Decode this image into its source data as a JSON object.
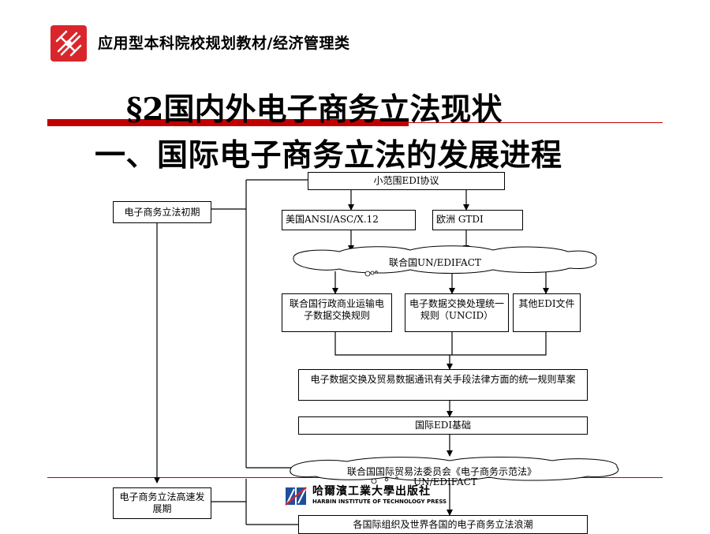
{
  "header": {
    "series_title": "应用型本科院校规划教材/经济管理类"
  },
  "slide": {
    "title_line1": "§2国内外电子商务立法现状",
    "title_line2": "一、国际电子商务立法的发展进程"
  },
  "diagram": {
    "phase_early": "电子商务立法初期",
    "phase_rapid": "电子商务立法高速发展期",
    "edi_small": "小范围EDI协议",
    "us_standard": "美国ANSI/ASC/X.12",
    "europe_standard": "欧洲 GTDI",
    "un_edifact": "联合国UN/EDIFACT",
    "un_admin_rules": "联合国行政商业运输电子数据交换规则",
    "uncid": "电子数据交换处理统一规则（UNCID）",
    "other_edi": "其他EDI文件",
    "draft_rules": "电子数据交换及贸易数据通讯有关手段法律方面的统一规则草案",
    "edi_basis": "国际EDI基础",
    "uncitral_model": "联合国国际贸易法委员会《电子商务示范法》",
    "un_edifact_2": "UN/EDIFACT",
    "global_wave": "各国际组织及世界各国的电子商务立法浪潮"
  },
  "footer": {
    "publisher_cn": "哈爾濱工業大學出版社",
    "publisher_en": "HARBIN INSTITUTE OF TECHNOLOGY PRESS"
  },
  "colors": {
    "accent_red": "#c00000",
    "logo_red": "#d9262c"
  }
}
